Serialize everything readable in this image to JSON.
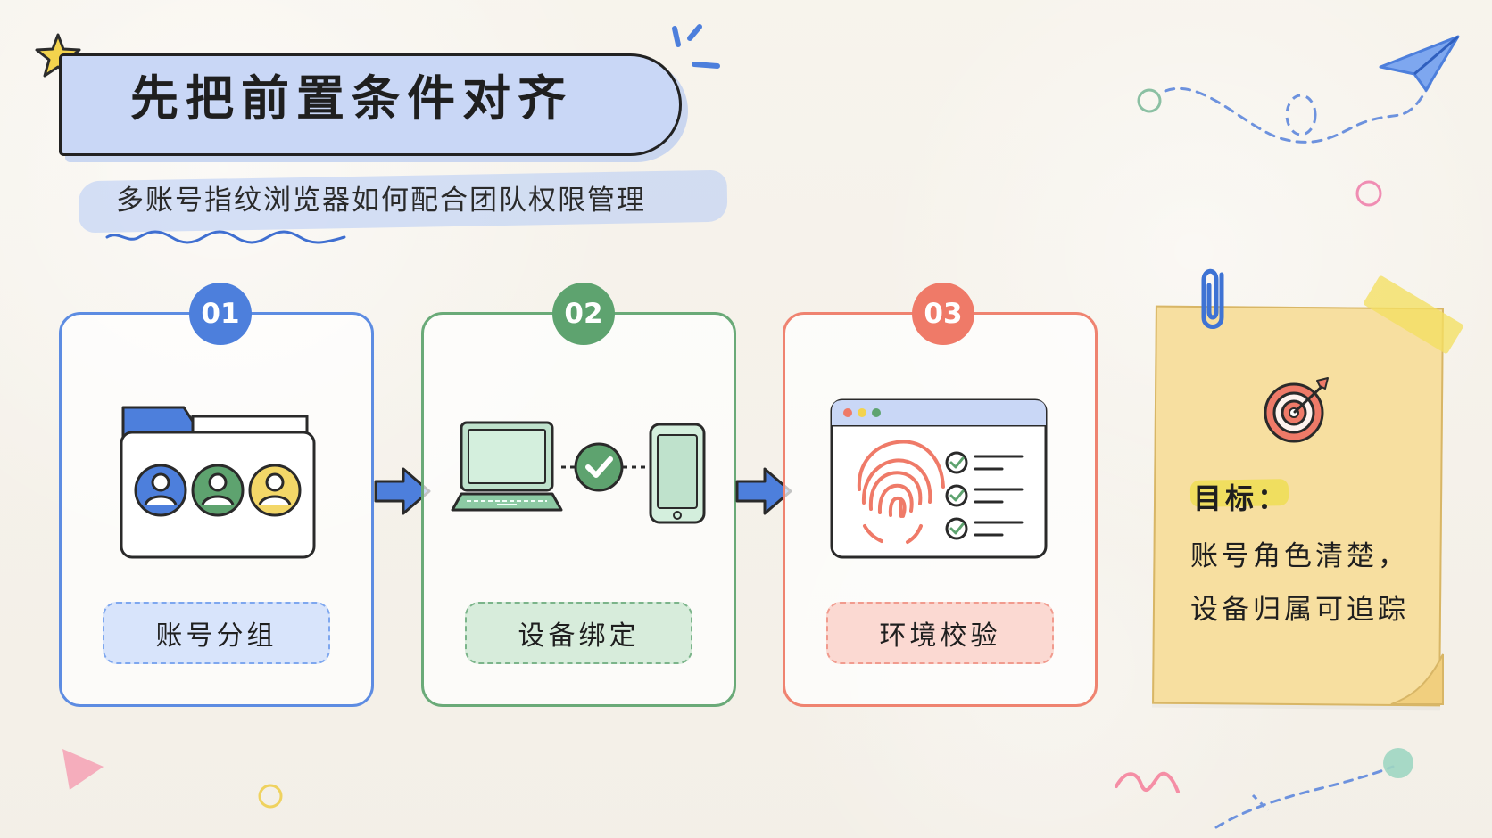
{
  "header": {
    "title": "先把前置条件对齐",
    "subtitle": "多账号指纹浏览器如何配合团队权限管理"
  },
  "steps": [
    {
      "number": "01",
      "label": "账号分组"
    },
    {
      "number": "02",
      "label": "设备绑定"
    },
    {
      "number": "03",
      "label": "环境校验"
    }
  ],
  "goal": {
    "heading": "目标：",
    "lines": [
      "账号角色清楚，",
      "设备归属可追踪"
    ]
  },
  "colors": {
    "blue": "#4d7fdc",
    "green": "#5ea36f",
    "coral": "#ef7a68",
    "yellow": "#f3d768"
  },
  "icons": [
    "star-icon",
    "paper-plane-icon",
    "folder-users-icon",
    "laptop-phone-check-icon",
    "browser-fingerprint-icon",
    "target-icon",
    "paperclip-icon"
  ]
}
